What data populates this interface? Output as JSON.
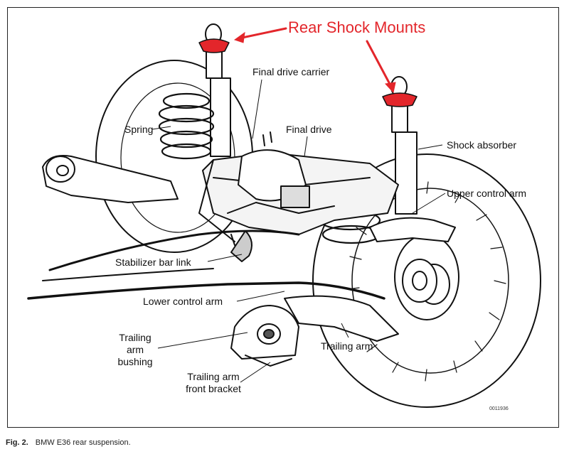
{
  "callout": {
    "text": "Rear Shock Mounts",
    "color": "#e3262b"
  },
  "labels": {
    "final_drive_carrier": "Final drive carrier",
    "spring": "Spring",
    "final_drive": "Final drive",
    "shock_absorber": "Shock absorber",
    "upper_control_arm": "Upper control arm",
    "stabilizer_bar_link": "Stabilizer bar link",
    "lower_control_arm": "Lower control arm",
    "trailing_arm_bushing": [
      "Trailing",
      "arm",
      "bushing"
    ],
    "trailing_arm_front_bracket": [
      "Trailing arm",
      "front bracket"
    ],
    "trailing_arm": "Trailing arm",
    "drawing_number": "0011936"
  },
  "caption": {
    "fig": "Fig. 2.",
    "text": "BMW E36 rear suspension."
  }
}
